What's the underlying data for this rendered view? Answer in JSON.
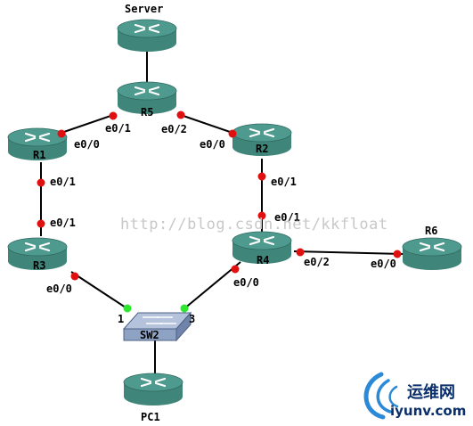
{
  "routers": [
    {
      "id": "Server",
      "label": "Server"
    },
    {
      "id": "R5",
      "label": "R5"
    },
    {
      "id": "R1",
      "label": "R1"
    },
    {
      "id": "R2",
      "label": "R2"
    },
    {
      "id": "R3",
      "label": "R3"
    },
    {
      "id": "R4",
      "label": "R4"
    },
    {
      "id": "R6",
      "label": "R6"
    },
    {
      "id": "PC1",
      "label": "PC1"
    }
  ],
  "switch": {
    "id": "SW2",
    "label": "SW2"
  },
  "links": [
    {
      "a": "Server",
      "b": "R5"
    },
    {
      "a": "R5",
      "b": "R1",
      "a_if": "e0/1",
      "b_if": "e0/0"
    },
    {
      "a": "R5",
      "b": "R2",
      "a_if": "e0/2",
      "b_if": "e0/0"
    },
    {
      "a": "R1",
      "b": "R3",
      "a_if": "e0/1",
      "b_if": "e0/1"
    },
    {
      "a": "R2",
      "b": "R4",
      "a_if": "e0/1",
      "b_if": "e0/1"
    },
    {
      "a": "R4",
      "b": "R6",
      "a_if": "e0/2",
      "b_if": "e0/0"
    },
    {
      "a": "R3",
      "b": "SW2",
      "a_if": "e0/0",
      "b_if": "1"
    },
    {
      "a": "R4",
      "b": "SW2",
      "a_if": "e0/0",
      "b_if": "3"
    },
    {
      "a": "SW2",
      "b": "PC1"
    }
  ],
  "watermark": "http://blog.csdn.net/kkfloat",
  "brand": {
    "name_cn": "运维网",
    "url": "iyunv.com"
  },
  "colors": {
    "router_top": "#4f9a8e",
    "router_body": "#3f857a",
    "router_glyph": "#ffffff",
    "switch_body": "#8ea2c3",
    "port_red": "#e01010",
    "port_green": "#2ee82e",
    "link": "#000000",
    "watermark": "#c8c8c8",
    "brand_blue": "#0a2f6b",
    "logo_blue": "#2a8ad8"
  }
}
